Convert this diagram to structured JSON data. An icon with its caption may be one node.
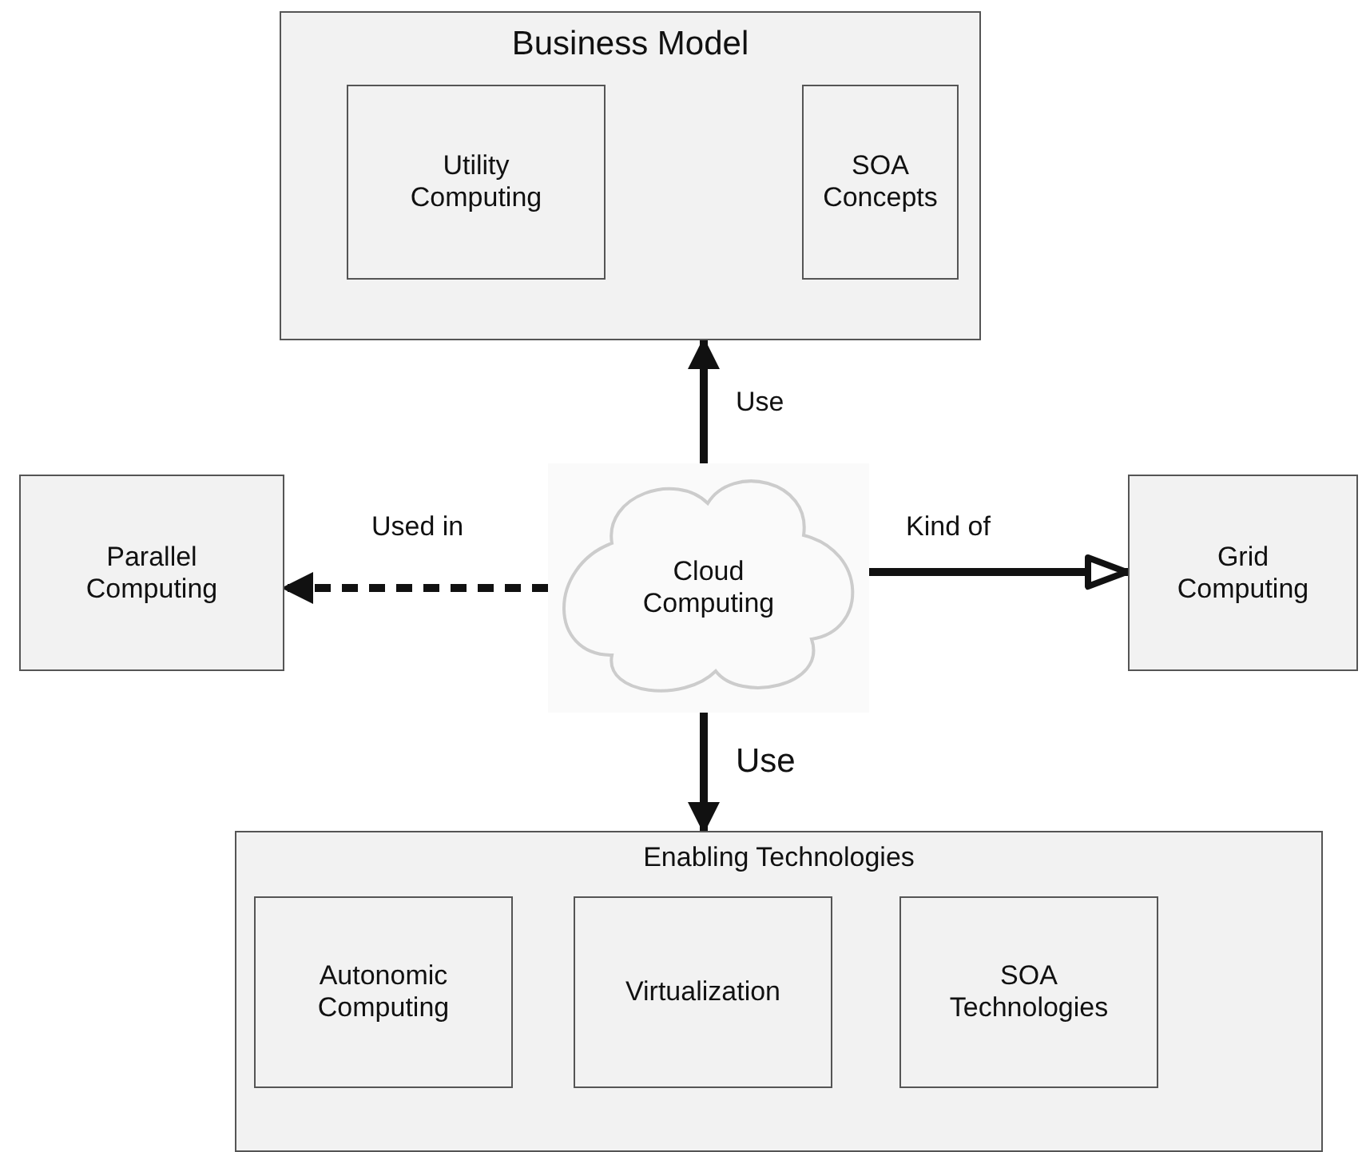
{
  "diagram": {
    "nodes": [
      {
        "text": [
          "Business Model"
        ]
      },
      {
        "text": [
          "Utility Computing"
        ],
        "in": 0
      },
      {
        "text": [
          "SOA Concepts"
        ],
        "in": 0
      },
      {
        "text": [
          "Parallel Computing"
        ]
      },
      {
        "text": [
          "Cloud Computing"
        ]
      },
      {
        "text": [
          "Grid Computing"
        ]
      },
      {
        "text": [
          "Enabling Technologies"
        ]
      },
      {
        "text": [
          "Autonomic Computing"
        ],
        "in": 6
      },
      {
        "text": [
          "Virtualization"
        ],
        "in": 6
      },
      {
        "text": [
          "SOA Technologies"
        ],
        "in": 6
      }
    ],
    "edges": [
      {
        "from": 4,
        "to": 0,
        "arrow": "to",
        "label": "Use"
      },
      {
        "from": 4,
        "to": 3,
        "arrow": "to",
        "label": "Used in",
        "style": "dashed"
      },
      {
        "from": 4,
        "to": 5,
        "arrow": "to",
        "label": "Kind of"
      },
      {
        "from": 4,
        "to": 6,
        "arrow": "to",
        "label": "Use"
      }
    ]
  }
}
